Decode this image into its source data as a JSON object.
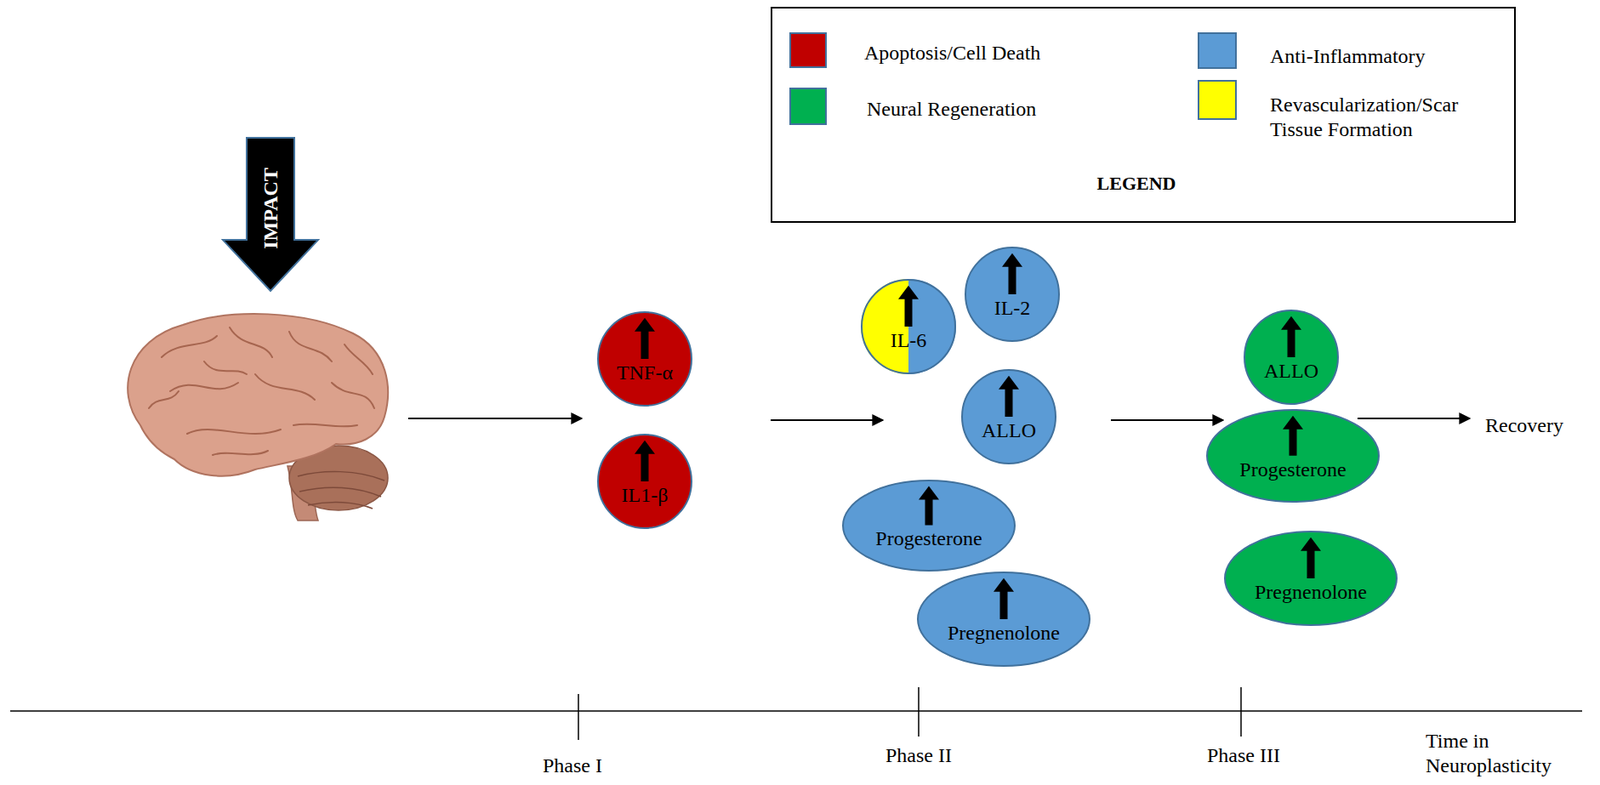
{
  "diagram": {
    "nodes": [
      {
        "text": [
          "IMPACT"
        ]
      },
      {
        "text": [
          "TNF-α"
        ]
      },
      {
        "text": [
          "IL1-β"
        ]
      },
      {
        "text": [
          "IL-6"
        ]
      },
      {
        "text": [
          "IL-2"
        ]
      },
      {
        "text": [
          "ALLO"
        ]
      },
      {
        "text": [
          "Progesterone"
        ]
      },
      {
        "text": [
          "Pregnenolone"
        ]
      },
      {
        "text": [
          "ALLO"
        ]
      },
      {
        "text": [
          "Progesterone"
        ]
      },
      {
        "text": [
          "Pregnenolone"
        ]
      }
    ],
    "labels": [
      "LEGEND",
      "Recovery",
      "Phase I",
      "Phase II",
      "Phase III",
      "Time in Neuroplasticity"
    ],
    "legend": [
      {
        "text": "Apoptosis/Cell Death",
        "color": "#C00000"
      },
      {
        "text": "Anti-Inflammatory",
        "color": "#5B9BD5"
      },
      {
        "text": "Neural Regeneration",
        "color": "#00B050"
      },
      {
        "text": "Revascularization/Scar Tissue Formation",
        "color": "#FFFF00"
      }
    ]
  }
}
